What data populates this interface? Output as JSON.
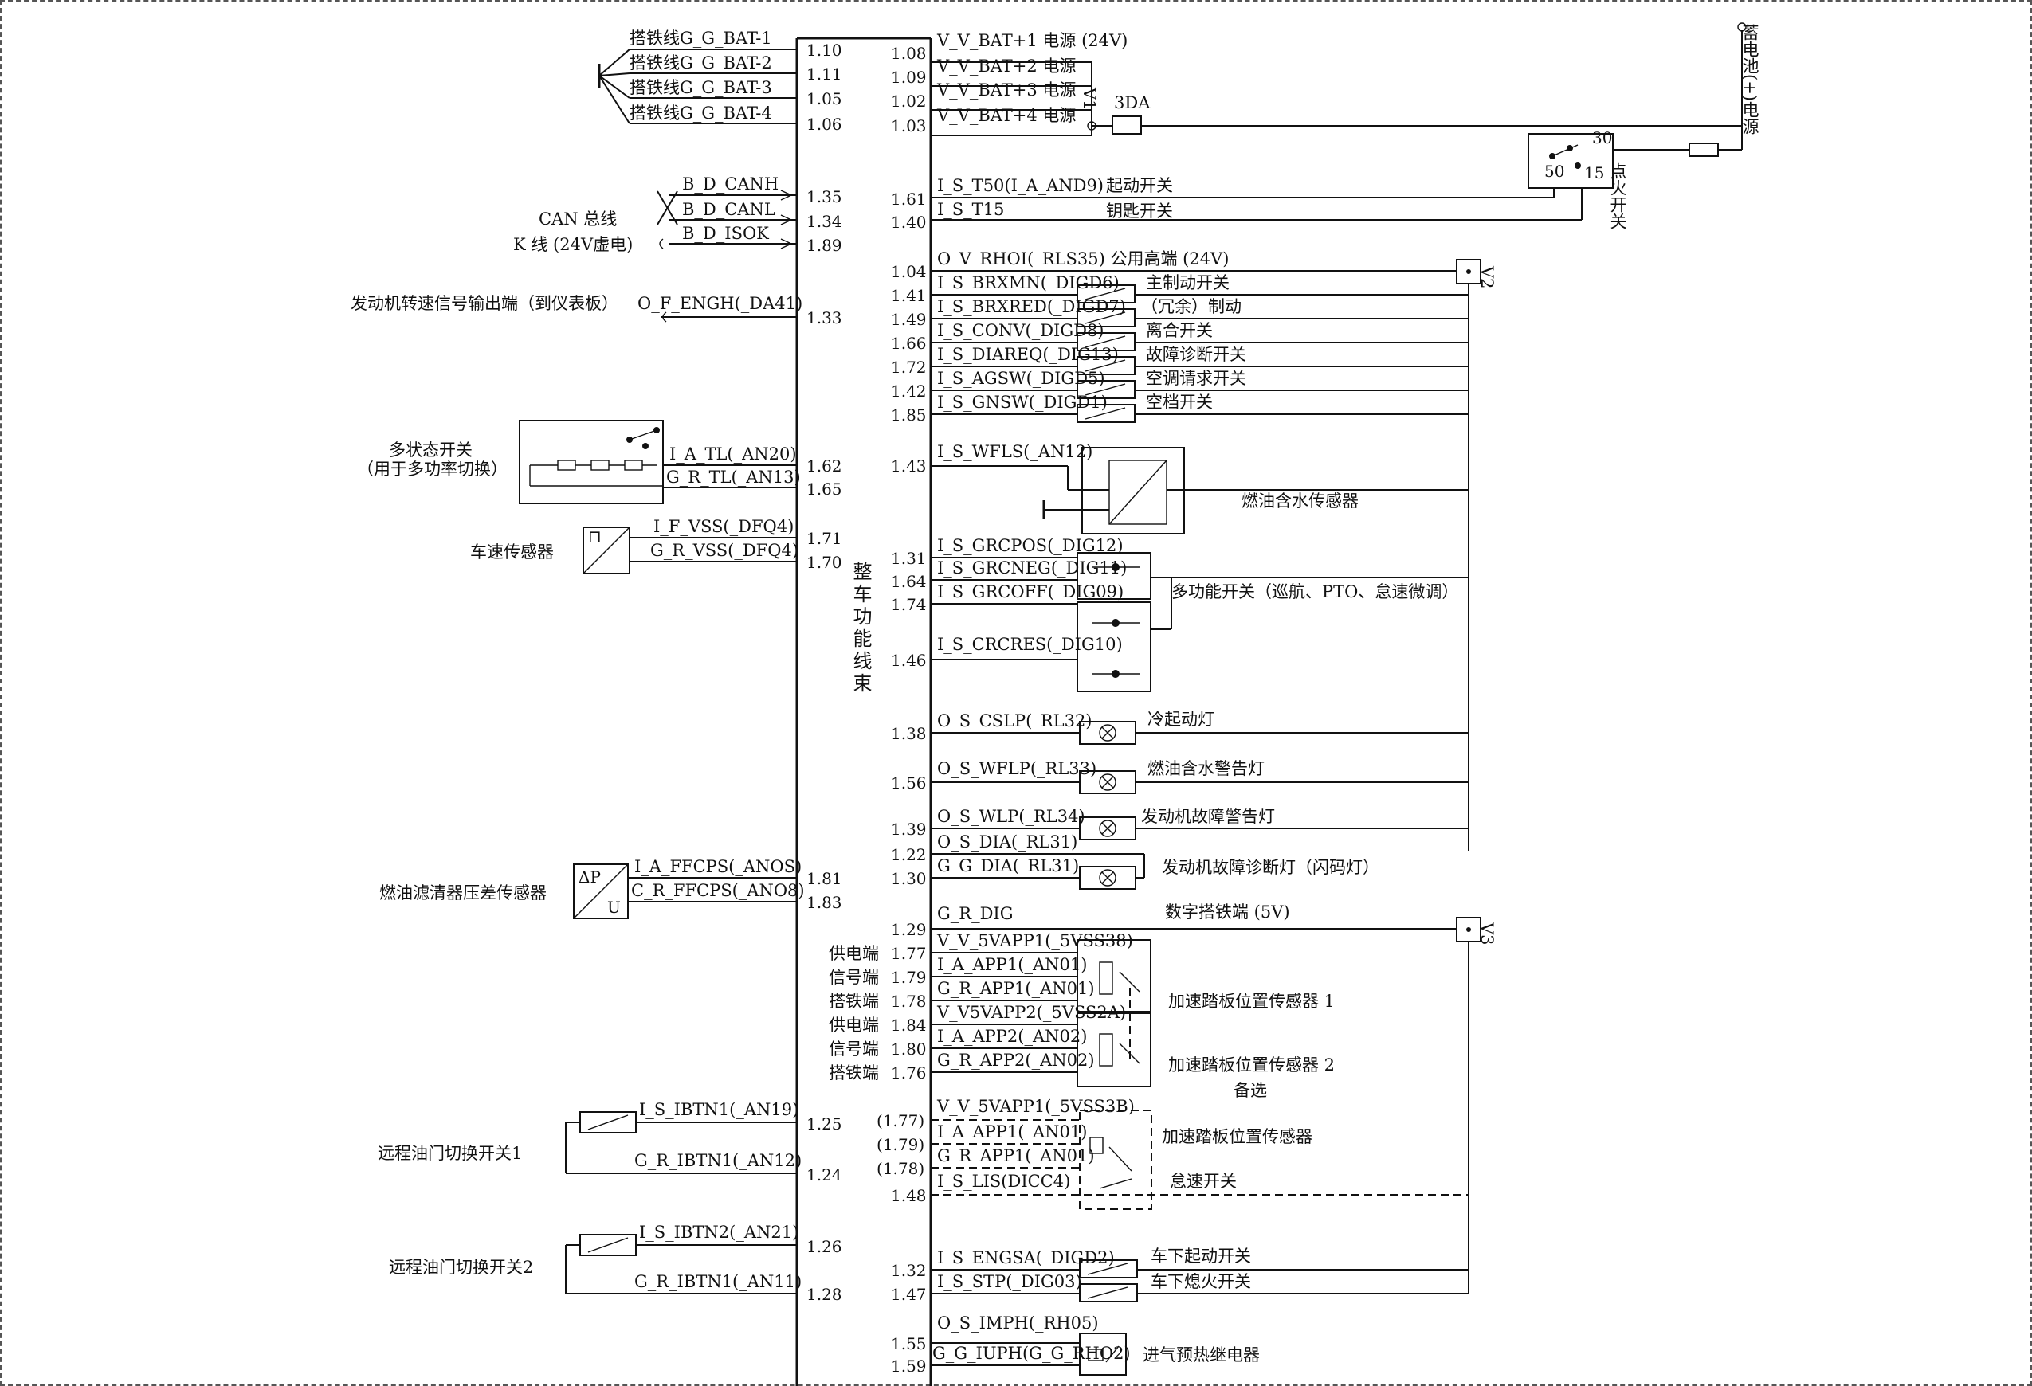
{
  "harness": {
    "label": "整车功能线束"
  },
  "left_pins": [
    {
      "signal": "搭铁线G_G_BAT-1",
      "pin": "1.10"
    },
    {
      "signal": "搭铁线G_G_BAT-2",
      "pin": "1.11"
    },
    {
      "signal": "搭铁线G_G_BAT-3",
      "pin": "1.05"
    },
    {
      "signal": "搭铁线G_G_BAT-4",
      "pin": "1.06"
    },
    {
      "signal": "B_D_CANH",
      "pin": "1.35"
    },
    {
      "signal": "B_D_CANL",
      "pin": "1.34"
    },
    {
      "signal": "B_D_ISOK",
      "pin": "1.89"
    },
    {
      "signal": "O_F_ENGH(_DA41)",
      "pin": "1.33"
    },
    {
      "signal": "I_A_TL(_AN20)",
      "pin": "1.62"
    },
    {
      "signal": "G_R_TL(_AN13)",
      "pin": "1.65"
    },
    {
      "signal": "I_F_VSS(_DFQ4)",
      "pin": "1.71"
    },
    {
      "signal": "G_R_VSS(_DFQ4)",
      "pin": "1.70"
    },
    {
      "signal": "I_A_FFCPS(_ANOS)",
      "pin": "1.81"
    },
    {
      "signal": "C_R_FFCPS(_ANO8)",
      "pin": "1.83"
    },
    {
      "signal": "I_S_IBTN1(_AN19)",
      "pin": "1.25"
    },
    {
      "signal": "G_R_IBTN1(_AN12)",
      "pin": "1.24"
    },
    {
      "signal": "I_S_IBTN2(_AN21)",
      "pin": "1.26"
    },
    {
      "signal": "G_R_IBTN1(_AN11)",
      "pin": "1.28"
    }
  ],
  "left_devices": {
    "can_bus": "CAN 总线",
    "k_line": "K 线 (24V虚电)",
    "engine_speed_label": "发动机转速信号输出端（到仪表板）",
    "multi_state_switch": "多状态开关",
    "multi_state_note": "（用于多功率切换）",
    "speed_sensor": "车速传感器",
    "fuel_filter_sensor": "燃油滤清器压差传感器",
    "fuel_filter_symbol_1": "ΔP",
    "fuel_filter_symbol_2": "U",
    "remote_switch_1": "远程油门切换开关1",
    "remote_switch_2": "远程油门切换开关2"
  },
  "right_pins": [
    {
      "pin": "1.08",
      "signal": "V_V_BAT+1 电源 (24V)"
    },
    {
      "pin": "1.09",
      "signal": "V_V_BAT+2 电源"
    },
    {
      "pin": "1.02",
      "signal": "V_V_BAT+3 电源"
    },
    {
      "pin": "1.03",
      "signal": "V_V_BAT+4 电源"
    },
    {
      "pin": "1.61",
      "signal": "I_S_T50(I_A_AND9)"
    },
    {
      "pin": "1.40",
      "signal": "I_S_T15"
    },
    {
      "pin": "1.04",
      "signal": "O_V_RHOI(_RLS35) 公用高端 (24V)"
    },
    {
      "pin": "1.41",
      "signal": "I_S_BRXMN(_DIGD6)"
    },
    {
      "pin": "1.49",
      "signal": "I_S_BRXRED(_DIGD7)"
    },
    {
      "pin": "1.66",
      "signal": "I_S_CONV(_DIGD8)"
    },
    {
      "pin": "1.72",
      "signal": "I_S_DIAREQ(_DIG13)"
    },
    {
      "pin": "1.42",
      "signal": "I_S_AGSW(_DIGD5)"
    },
    {
      "pin": "1.85",
      "signal": "I_S_GNSW(_DIGD1)"
    },
    {
      "pin": "1.43",
      "signal": "I_S_WFLS(_AN12)"
    },
    {
      "pin": "1.31",
      "signal": "I_S_GRCPOS(_DIG12)"
    },
    {
      "pin": "1.64",
      "signal": "I_S_GRCNEG(_DIG11)"
    },
    {
      "pin": "1.74",
      "signal": "I_S_GRCOFF(_DIG09)"
    },
    {
      "pin": "1.46",
      "signal": "I_S_CRCRES(_DIG10)"
    },
    {
      "pin": "1.38",
      "signal": "O_S_CSLP(_RL32)"
    },
    {
      "pin": "1.56",
      "signal": "O_S_WFLP(_RL33)"
    },
    {
      "pin": "1.39",
      "signal": "O_S_WLP(_RL34)"
    },
    {
      "pin": "1.22",
      "signal": "O_S_DIA(_RL31)"
    },
    {
      "pin": "1.30",
      "signal": "G_G_DIA(_RL31)"
    },
    {
      "pin": "1.29",
      "signal": "G_R_DIG"
    },
    {
      "pin": "1.77",
      "signal": "V_V_5VAPP1(_5VSS38)",
      "role": "供电端"
    },
    {
      "pin": "1.79",
      "signal": "I_A_APP1(_AN01)",
      "role": "信号端"
    },
    {
      "pin": "1.78",
      "signal": "G_R_APP1(_AN01)",
      "role": "搭铁端"
    },
    {
      "pin": "1.84",
      "signal": "V_V5VAPP2(_5VSS2A)",
      "role": "供电端"
    },
    {
      "pin": "1.80",
      "signal": "I_A_APP2(_AN02)",
      "role": "信号端"
    },
    {
      "pin": "1.76",
      "signal": "G_R_APP2(_AN02)",
      "role": "搭铁端"
    },
    {
      "pin": "(1.77)",
      "signal": "V_V_5VAPP1(_5VSS3B)"
    },
    {
      "pin": "(1.79)",
      "signal": "I_A_APP1(_AN01)"
    },
    {
      "pin": "(1.78)",
      "signal": "G_R_APP1(_AN01)"
    },
    {
      "pin": "1.48",
      "signal": "I_S_LIS(DICC4)"
    },
    {
      "pin": "1.32",
      "signal": "I_S_ENGSA(_DIGD2)"
    },
    {
      "pin": "1.47",
      "signal": "I_S_STP(_DIG03)"
    },
    {
      "pin": "1.55",
      "signal": "O_S_IMPH(_RH05)"
    },
    {
      "pin": "1.59",
      "signal": "G_G_IUPH(G_G_RHO2)"
    }
  ],
  "right_devices": {
    "fuse_v1": "V1",
    "fuse_rating": "3DA",
    "battery_plus": "蓄电池(+)电源",
    "ignition_switch": "点火开关",
    "ignition_pin_30": "30",
    "ignition_pin_50": "50",
    "ignition_pin_15": "15",
    "start_switch": "起动开关",
    "key_switch": "钥匙开关",
    "v2": "V2",
    "v3": "V3",
    "main_brake": "主制动开关",
    "redundant_brake": "（冗余）制动",
    "clutch": "离合开关",
    "diag_switch": "故障诊断开关",
    "ac_request": "空调请求开关",
    "neutral": "空档开关",
    "water_sensor": "燃油含水传感器",
    "multifunction": "多功能开关（巡航、PTO、怠速微调）",
    "cold_start_lamp": "冷起动灯",
    "water_warning_lamp": "燃油含水警告灯",
    "engine_fault_lamp": "发动机故障警告灯",
    "diag_lamp": "发动机故障诊断灯（闪码灯）",
    "digital_ground": "数字搭铁端 (5V)",
    "pedal_sensor_1": "加速踏板位置传感器 1",
    "pedal_sensor_2": "加速踏板位置传感器 2",
    "optional": "备选",
    "pedal_sensor": "加速踏板位置传感器",
    "idle_switch": "怠速开关",
    "offboard_start": "车下起动开关",
    "offboard_stop": "车下熄火开关",
    "preheat_relay": "进气预热继电器"
  }
}
